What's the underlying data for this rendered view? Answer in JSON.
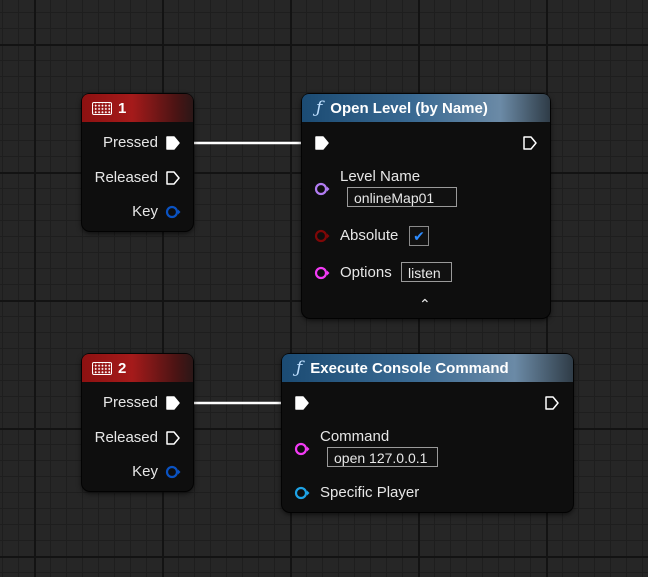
{
  "nodes": {
    "key1": {
      "title": "1",
      "pins": {
        "pressed": "Pressed",
        "released": "Released",
        "key": "Key"
      }
    },
    "open_level": {
      "title": "Open Level (by Name)",
      "pins": {
        "level_name": "Level Name",
        "level_name_value": "onlineMap01",
        "absolute": "Absolute",
        "absolute_checked": "✔",
        "options": "Options",
        "options_value": "listen"
      },
      "collapse_glyph": "⌃"
    },
    "key2": {
      "title": "2",
      "pins": {
        "pressed": "Pressed",
        "released": "Released",
        "key": "Key"
      }
    },
    "console_cmd": {
      "title": "Execute Console Command",
      "pins": {
        "command": "Command",
        "command_value": "open 127.0.0.1",
        "specific_player": "Specific Player"
      }
    }
  },
  "icons": {
    "event": "keyboard-icon",
    "function": "function-icon",
    "function_glyph": "ƒ"
  },
  "colors": {
    "exec_wire": "#ffffff",
    "name_pin": "#b27cf2",
    "bool_pin": "#7e0707",
    "string_pin": "#f33bf5",
    "object_pin": "#1ea3e6",
    "struct_pin": "#0a52c2"
  }
}
